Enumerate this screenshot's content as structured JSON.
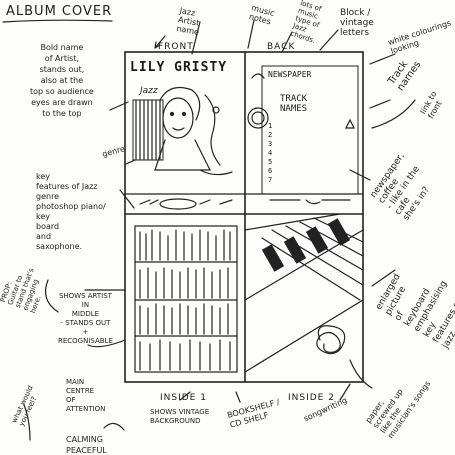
{
  "heading": "ALBUM COVER",
  "quadrant_labels": {
    "front": "FRONT",
    "back": "BACK",
    "inside1": "INSIDE 1",
    "inside2": "INSIDE 2"
  },
  "cover": {
    "artist": "LILY GRISTY",
    "genre": "Jazz",
    "newspaper": "NEWSPAPER",
    "track_names": "TRACK\nNAMES",
    "track_numbers": [
      "1",
      "2",
      "3",
      "4",
      "5",
      "6",
      "7"
    ]
  },
  "notes": {
    "jazz_artist": "Jazz\nArtist\nname",
    "music_notes": "music\nnotes",
    "lots_of_jazz": "lots of\nmusic\ntype of\nJazz\nchords.",
    "block_vintage": "Block /\nvintage\nletters",
    "colourings": "white colourings\nlooking",
    "track_names_side": "Track\nnames",
    "bold_name": "Bold name\nof Artist,\nstands out,\nalso at the\ntop so audience\neyes are drawn\nto the top",
    "genre": "genre",
    "key_features": "key\nfeatures of Jazz\ngenre\nphotoshop piano/\nkey\nboard\nand\nsaxophone.",
    "newspaper_coffee": "newspaper,\ncoffee\n- like in the\ncafe\nshe's in?",
    "link_to_front": "link to\nfront",
    "prop": "PROP:\nGuitar to\nstand that's\nengaging\nhere.",
    "shows_artist": "SHOWS ARTIST\nIN\nMIDDLE\n- STANDS OUT\n+\nRECOGNISABLE",
    "main_centre": "MAIN\nCENTRE\nOF\nATTENTION",
    "enlarged": "enlarged\npicture\nof\nkeyboard\nemphasising\nkey\nfeatures of\njazz",
    "shows_vintage": "SHOWS VINTAGE\nBACKGROUND",
    "bookshelf": "BOOKSHELF /\nCD SHELF",
    "songwriting": "songwriting",
    "paper": "paper,\nscrewed up\nlike the\nmusician's songs",
    "calming": "CALMING\nPEACEFUL",
    "what_would": "what would\nyou feel?"
  }
}
